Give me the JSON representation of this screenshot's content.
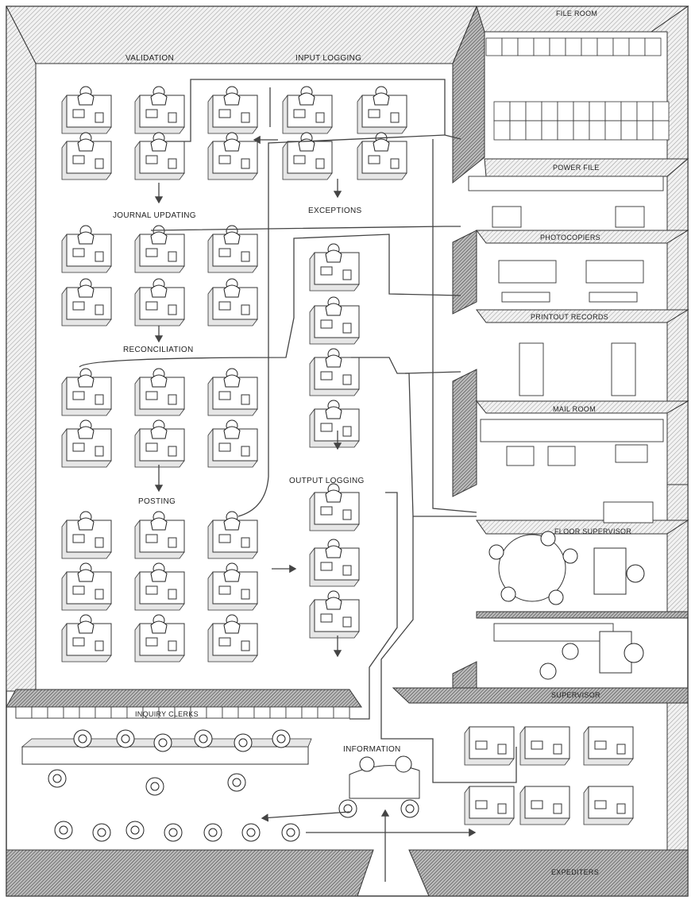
{
  "labels": {
    "validation": "VALIDATION",
    "input_logging": "INPUT LOGGING",
    "exceptions": "EXCEPTIONS",
    "journal_updating": "JOURNAL UPDATING",
    "reconciliation": "RECONCILIATION",
    "posting": "POSTING",
    "output_logging": "OUTPUT LOGGING",
    "inquiry_clerks": "INQUIRY CLERKS",
    "information": "INFORMATION",
    "file_room": "FILE ROOM",
    "power_file": "POWER FILE",
    "photocopiers": "PHOTOCOPIERS",
    "printout_records": "PRINTOUT RECORDS",
    "mail_room": "MAIL ROOM",
    "floor_supervisor": "FLOOR SUPERVISOR",
    "supervisor": "SUPERVISOR",
    "expediters": "EXPEDITERS"
  }
}
